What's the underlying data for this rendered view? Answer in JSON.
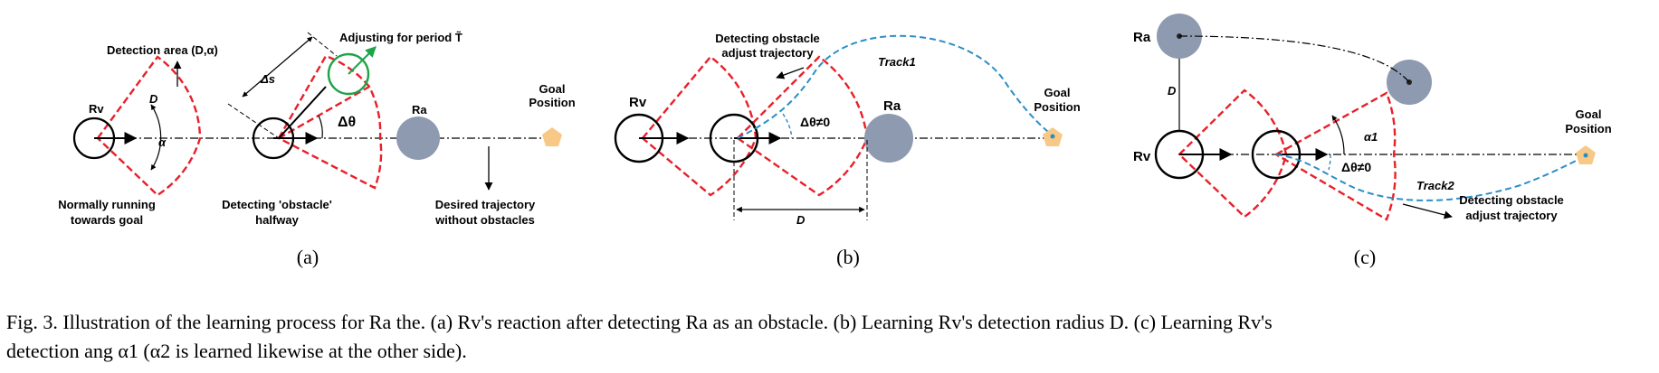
{
  "colors": {
    "sector": "#e8202a",
    "ra_circle": "#8e9ab0",
    "goal": "#f8c986",
    "track": "#2a8ec6",
    "adjust_arrow": "#1ea34a",
    "text": "#000000"
  },
  "panel_a": {
    "detection_area": "Detection area (D,α)",
    "adjusting": "Adjusting for period T̃",
    "rv": "Rv",
    "ra": "Ra",
    "d": "D",
    "alpha": "α",
    "delta_s": "Δs",
    "delta_theta": "Δθ",
    "goal_line1": "Goal",
    "goal_line2": "Position",
    "normal_line1": "Normally running",
    "normal_line2": "towards goal",
    "detect_line1": "Detecting 'obstacle'",
    "detect_line2": "halfway",
    "desired_line1": "Desired trajectory",
    "desired_line2": "without obstacles",
    "sublabel": "(a)"
  },
  "panel_b": {
    "detect_line1": "Detecting obstacle",
    "detect_line2": "adjust trajectory",
    "track": "Track1",
    "rv": "Rv",
    "ra": "Ra",
    "delta_theta": "Δθ≠0",
    "goal_line1": "Goal",
    "goal_line2": "Position",
    "d": "D",
    "sublabel": "(b)"
  },
  "panel_c": {
    "ra": "Ra",
    "rv": "Rv",
    "d": "D",
    "alpha1": "α1",
    "delta_theta": "Δθ≠0",
    "goal_line1": "Goal",
    "goal_line2": "Position",
    "track": "Track2",
    "detect_line1": "Detecting obstacle",
    "detect_line2": "adjust trajectory",
    "sublabel": "(c)"
  },
  "caption": {
    "line1": "Fig. 3.     Illustration of the learning process for Ra the. (a) Rv's reaction after detecting Ra as an obstacle. (b) Learning Rv's detection radius D. (c) Learning Rv's",
    "line2": "detection ang α1 (α2 is learned likewise at the other side)."
  }
}
